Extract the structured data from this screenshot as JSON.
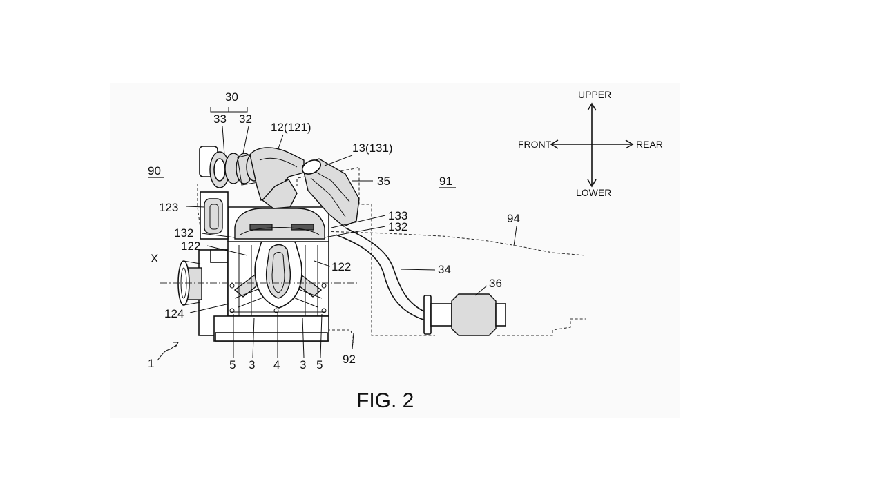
{
  "figure": {
    "caption": "FIG. 2",
    "directions": {
      "upper": "UPPER",
      "lower": "LOWER",
      "front": "FRONT",
      "rear": "REAR"
    },
    "labels": {
      "l30": "30",
      "l33": "33",
      "l32": "32",
      "l12": "12(121)",
      "l13": "13(131)",
      "l90": "90",
      "l91": "91",
      "l35": "35",
      "l123": "123",
      "l133": "133",
      "l132_right": "132",
      "l132_left": "132",
      "l94": "94",
      "l122_left": "122",
      "l122_right": "122",
      "lX": "X",
      "l34": "34",
      "l36": "36",
      "l124": "124",
      "l1": "1",
      "l5_left": "5",
      "l3_left": "3",
      "l4": "4",
      "l3_right": "3",
      "l5_right": "5",
      "l92": "92"
    }
  }
}
